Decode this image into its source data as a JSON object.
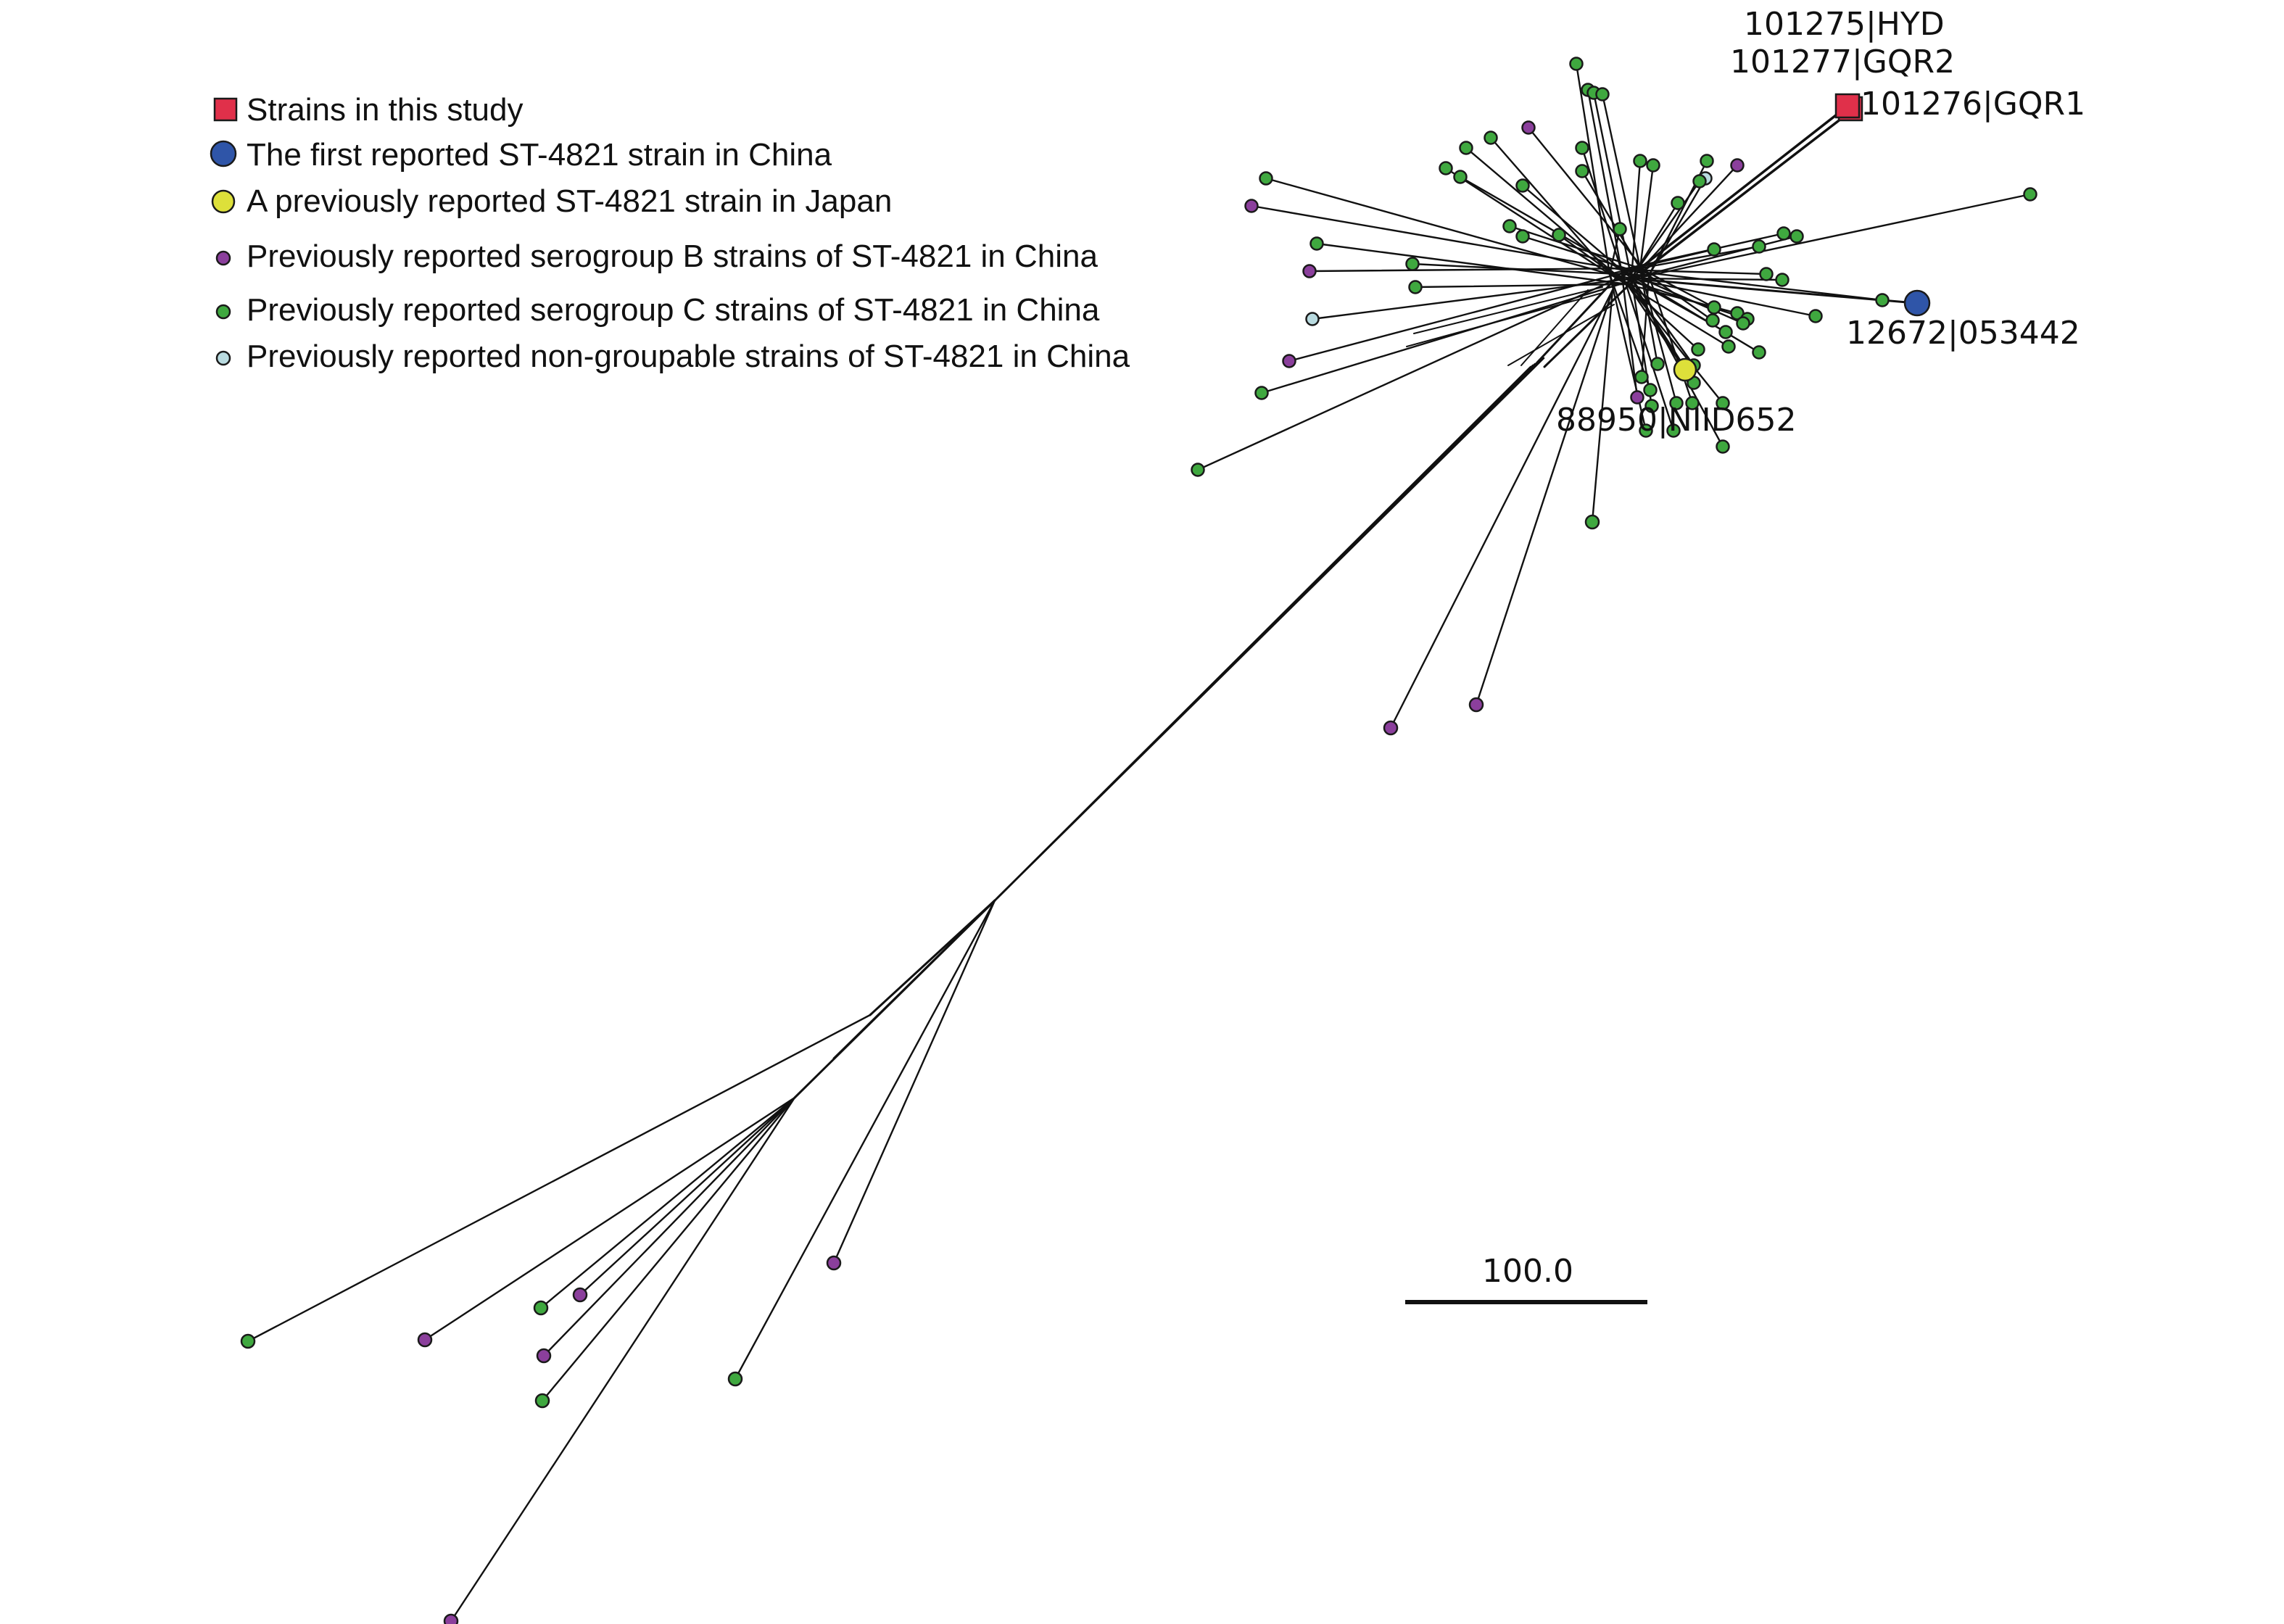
{
  "colors": {
    "study": "#e0304a",
    "china_first": "#2f55a8",
    "japan": "#dde03a",
    "serogroup_b": "#8b3f9c",
    "serogroup_c": "#3fa83f",
    "non_groupable": "#b9dbe0",
    "line": "#111111"
  },
  "legend": [
    {
      "id": "study",
      "shape": "square",
      "label": "Strains in this study"
    },
    {
      "id": "china_first",
      "shape": "circle-large",
      "label": "The first reported ST-4821 strain in China"
    },
    {
      "id": "japan",
      "shape": "circle-large",
      "label": "A previously reported ST-4821 strain in Japan"
    },
    {
      "id": "serogroup_b",
      "shape": "circle-small",
      "label": "Previously reported serogroup B strains of ST-4821 in China"
    },
    {
      "id": "serogroup_c",
      "shape": "circle-small",
      "label": "Previously reported serogroup C strains of ST-4821 in China"
    },
    {
      "id": "non_groupable",
      "shape": "circle-small",
      "label": "Previously reported non-groupable strains of ST-4821 in China"
    }
  ],
  "labels": {
    "hyd": "101275|HYD",
    "gqr2": "101277|GQR2",
    "gqr1": "101276|GQR1",
    "china_strain": "12672|053442",
    "japan_strain": "88950|NIID652"
  },
  "scale_bar": {
    "label": "100.0",
    "value": 100.0
  }
}
